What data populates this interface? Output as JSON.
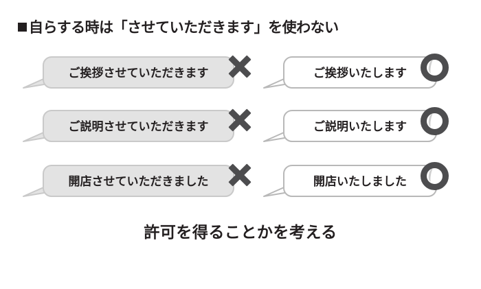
{
  "heading": {
    "bullet": "square-bullet",
    "text": "自らする時は「させていただきます」を使わない"
  },
  "rows": [
    {
      "bad": {
        "text": "ご挨拶させていただきます",
        "mark": "x-mark"
      },
      "good": {
        "text": "ご挨拶いたします",
        "mark": "circle-mark"
      }
    },
    {
      "bad": {
        "text": "ご説明させていただきます",
        "mark": "x-mark"
      },
      "good": {
        "text": "ご説明いたします",
        "mark": "circle-mark"
      }
    },
    {
      "bad": {
        "text": "開店させていただきました",
        "mark": "x-mark"
      },
      "good": {
        "text": "開店いたしました",
        "mark": "circle-mark"
      }
    }
  ],
  "caption": "許可を得ることかを考える",
  "colors": {
    "text": "#231f20",
    "bad_bubble_fill": "#e3e3e3",
    "bad_bubble_border": "#c9c9c9",
    "good_bubble_fill": "#ffffff",
    "good_bubble_border": "#b8b8b8",
    "mark": "#4d4d4f",
    "background": "#ffffff"
  }
}
